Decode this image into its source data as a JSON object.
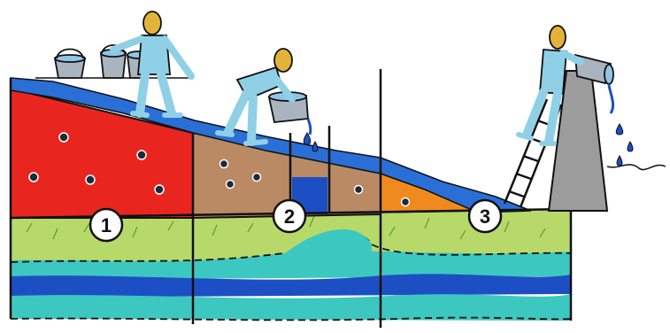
{
  "sections": [
    {
      "number": "1"
    },
    {
      "number": "2"
    },
    {
      "number": "3"
    }
  ],
  "colors": {
    "water": "#2a6fd6",
    "deep_water": "#1d4fc4",
    "soil_red": "#e8261f",
    "soil_brown": "#b98a64",
    "soil_orange": "#ef8a1f",
    "grass": "#b6d96a",
    "aquifer": "#3cc8c0",
    "figure": "#8fd0e6",
    "skin": "#e2b23a",
    "tower": "#9c9c9c"
  },
  "icons": [
    "bucket-icon",
    "ladder-icon",
    "person-icon",
    "water-drop-icon"
  ]
}
